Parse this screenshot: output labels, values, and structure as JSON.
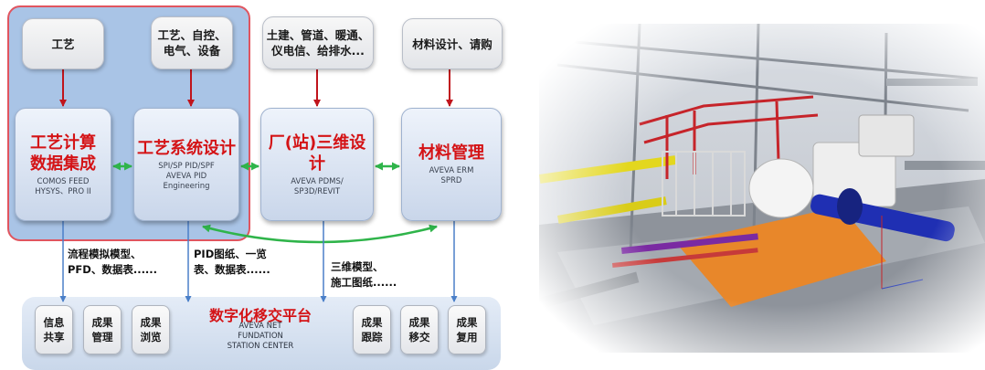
{
  "diagram": {
    "inputs": [
      {
        "id": "in1",
        "text": "工艺"
      },
      {
        "id": "in2",
        "text": "工艺、自控、\n电气、设备"
      },
      {
        "id": "in3",
        "text": "土建、管道、暖通、\n仪电信、给排水..."
      },
      {
        "id": "in4",
        "text": "材料设计、请购"
      }
    ],
    "modules": [
      {
        "id": "m1",
        "title": "工艺计算\n数据集成",
        "sub": "COMOS FEED\nHYSYS、PRO II"
      },
      {
        "id": "m2",
        "title": "工艺系统设计",
        "sub": "SPI/SP PID/SPF\nAVEVA PID\nEngineering"
      },
      {
        "id": "m3",
        "title": "厂(站)三维设计",
        "sub": "AVEVA PDMS/\nSP3D/REVIT"
      },
      {
        "id": "m4",
        "title": "材料管理",
        "sub": "AVEVA ERM\nSPRD"
      }
    ],
    "flow_labels": [
      {
        "id": "f1",
        "text": "流程模拟模型、\nPFD、数据表......"
      },
      {
        "id": "f2",
        "text": "PID图纸、一览\n表、数据表......"
      },
      {
        "id": "f3",
        "text": "三维模型、\n施工图纸......"
      }
    ],
    "platform": {
      "title": "数字化移交平台",
      "sub": "AVEVA NET\nFUNDATION\nSTATION CENTER",
      "items": [
        {
          "id": "p1",
          "text": "信息\n共享"
        },
        {
          "id": "p2",
          "text": "成果\n管理"
        },
        {
          "id": "p3",
          "text": "成果\n浏览"
        },
        {
          "id": "p4",
          "text": "成果\n跟踪"
        },
        {
          "id": "p5",
          "text": "成果\n移交"
        },
        {
          "id": "p6",
          "text": "成果\n复用"
        }
      ]
    },
    "colors": {
      "highlight_region": "#a9c4e6",
      "region_border": "#e0555f",
      "down_arrow": "#c0141c",
      "bidirectional_arrow": "#2fb44a",
      "output_arrow": "#4a7fc8",
      "title_text": "#d41316"
    }
  },
  "illustration": {
    "name": "3d-plant-model-render"
  }
}
